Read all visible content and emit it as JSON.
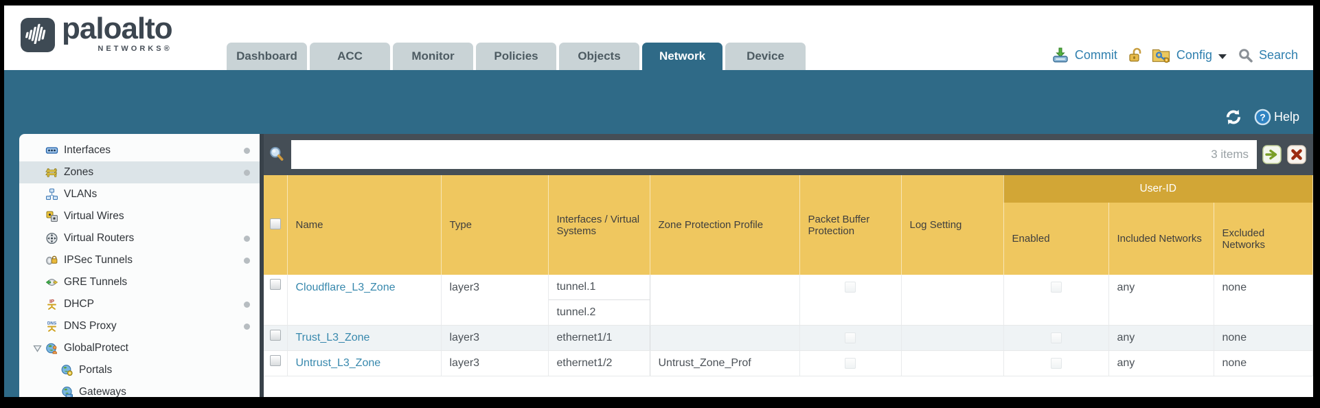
{
  "brand": {
    "name": "paloalto",
    "sub": "NETWORKS®"
  },
  "tabs": [
    {
      "label": "Dashboard",
      "active": false
    },
    {
      "label": "ACC",
      "active": false
    },
    {
      "label": "Monitor",
      "active": false
    },
    {
      "label": "Policies",
      "active": false
    },
    {
      "label": "Objects",
      "active": false
    },
    {
      "label": "Network",
      "active": true
    },
    {
      "label": "Device",
      "active": false
    }
  ],
  "utility": {
    "commit": "Commit",
    "config": "Config",
    "search": "Search"
  },
  "toolbar": {
    "help": "Help"
  },
  "filter": {
    "value": "",
    "count_label": "3 items"
  },
  "colors": {
    "teal": "#2f6a87",
    "header_gold": "#efc75f",
    "group_gold": "#d2a636",
    "dark_bar": "#454e56",
    "link_blue": "#3788ad"
  },
  "sidebar": {
    "items": [
      {
        "label": "Interfaces",
        "icon": "interfaces-icon",
        "dot": true
      },
      {
        "label": "Zones",
        "icon": "zones-icon",
        "dot": true,
        "selected": true
      },
      {
        "label": "VLANs",
        "icon": "vlans-icon"
      },
      {
        "label": "Virtual Wires",
        "icon": "virtual-wires-icon"
      },
      {
        "label": "Virtual Routers",
        "icon": "virtual-routers-icon",
        "dot": true
      },
      {
        "label": "IPSec Tunnels",
        "icon": "ipsec-tunnels-icon",
        "dot": true
      },
      {
        "label": "GRE Tunnels",
        "icon": "gre-tunnels-icon"
      },
      {
        "label": "DHCP",
        "icon": "dhcp-icon",
        "dot": true
      },
      {
        "label": "DNS Proxy",
        "icon": "dns-proxy-icon",
        "dot": true
      },
      {
        "label": "GlobalProtect",
        "icon": "globalprotect-icon",
        "expanded": true
      },
      {
        "label": "Portals",
        "icon": "portals-icon",
        "indent": 1
      },
      {
        "label": "Gateways",
        "icon": "gateways-icon",
        "indent": 1
      }
    ]
  },
  "table": {
    "columns": [
      "",
      "Name",
      "Type",
      "Interfaces / Virtual Systems",
      "Zone Protection Profile",
      "Packet Buffer Protection",
      "Log Setting"
    ],
    "group_header": "User-ID",
    "group_columns": [
      "Enabled",
      "Included Networks",
      "Excluded Networks"
    ],
    "rows": [
      {
        "name": "Cloudflare_L3_Zone",
        "type": "layer3",
        "interfaces": [
          "tunnel.1",
          "tunnel.2"
        ],
        "zone_protection_profile": "",
        "packet_buffer_protection": false,
        "log_setting": "",
        "user_id_enabled": false,
        "included_networks": "any",
        "excluded_networks": "none"
      },
      {
        "name": "Trust_L3_Zone",
        "type": "layer3",
        "interfaces": [
          "ethernet1/1"
        ],
        "zone_protection_profile": "",
        "packet_buffer_protection": false,
        "log_setting": "",
        "user_id_enabled": false,
        "included_networks": "any",
        "excluded_networks": "none"
      },
      {
        "name": "Untrust_L3_Zone",
        "type": "layer3",
        "interfaces": [
          "ethernet1/2"
        ],
        "zone_protection_profile": "Untrust_Zone_Prof",
        "packet_buffer_protection": false,
        "log_setting": "",
        "user_id_enabled": false,
        "included_networks": "any",
        "excluded_networks": "none"
      }
    ]
  }
}
